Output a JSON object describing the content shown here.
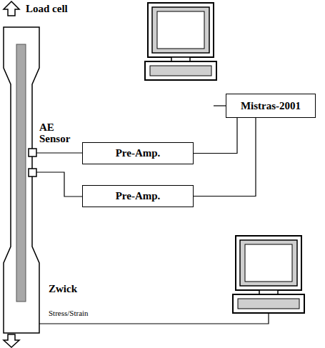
{
  "diagram": {
    "nodes": [
      {
        "text": [
          "Mistras-2001"
        ]
      },
      {
        "text": [
          "Pre-Amp."
        ]
      },
      {
        "text": [
          "Pre-Amp."
        ]
      }
    ],
    "edges": [
      {
        "from": 1,
        "to": 0,
        "arrow": "none"
      },
      {
        "from": 2,
        "to": 0,
        "arrow": "none"
      }
    ],
    "labels": [
      "Load cell",
      "AE Sensor",
      "Zwick",
      "Stress/Strain"
    ]
  }
}
